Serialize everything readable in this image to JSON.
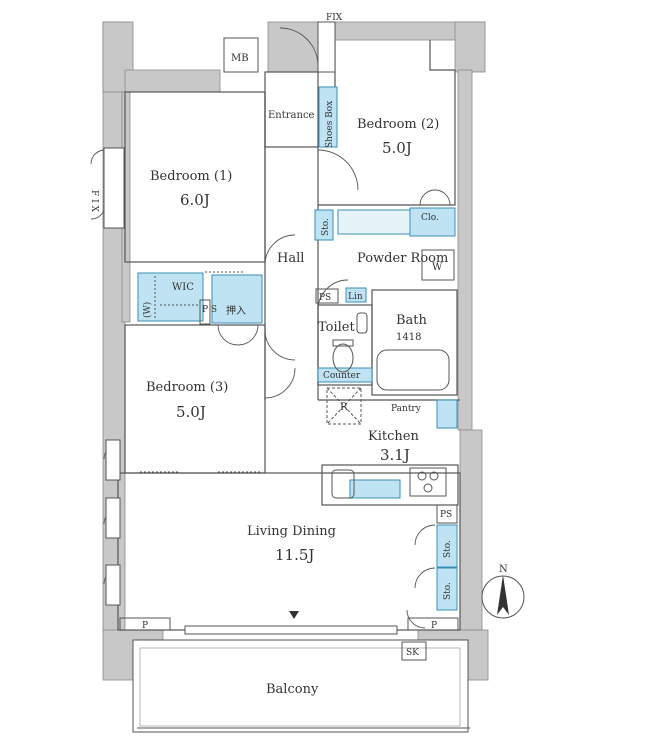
{
  "labels": {
    "fix_top": "FIX",
    "fix_left": "F I X",
    "mb": "MB",
    "entrance": "Entrance",
    "shoes_box": "Shoes Box",
    "bedroom2_name": "Bedroom (2)",
    "bedroom2_size": "5.0J",
    "bedroom1_name": "Bedroom (1)",
    "bedroom1_size": "6.0J",
    "sto_top": "Sto.",
    "clo": "Clo.",
    "hall": "Hall",
    "powder_room": "Powder Room",
    "w_box": "W",
    "ps_hall": "PS",
    "lin": "Lin",
    "wic": "WIC",
    "w_wic": "(W)",
    "ps_wic": "P S",
    "oshiire": "押入",
    "toilet": "Toilet",
    "bath": "Bath",
    "bath_size": "1418",
    "counter": "Counter",
    "r_mark": "R",
    "pantry": "Pantry",
    "kitchen_name": "Kitchen",
    "kitchen_size": "3.1J",
    "bedroom3_name": "Bedroom (3)",
    "bedroom3_size": "5.0J",
    "ps_ld": "PS",
    "sto_ld1": "Sto.",
    "sto_ld2": "Sto.",
    "ld_name": "Living Dining",
    "ld_size": "11.5J",
    "p_left": "P",
    "p_right": "P",
    "sk": "SK",
    "balcony": "Balcony",
    "compass_n": "N"
  },
  "colors": {
    "wall": "#c8c8c8",
    "line": "#555555",
    "storage": "#bfe3f2",
    "storage_stroke": "#3a8fb5"
  }
}
